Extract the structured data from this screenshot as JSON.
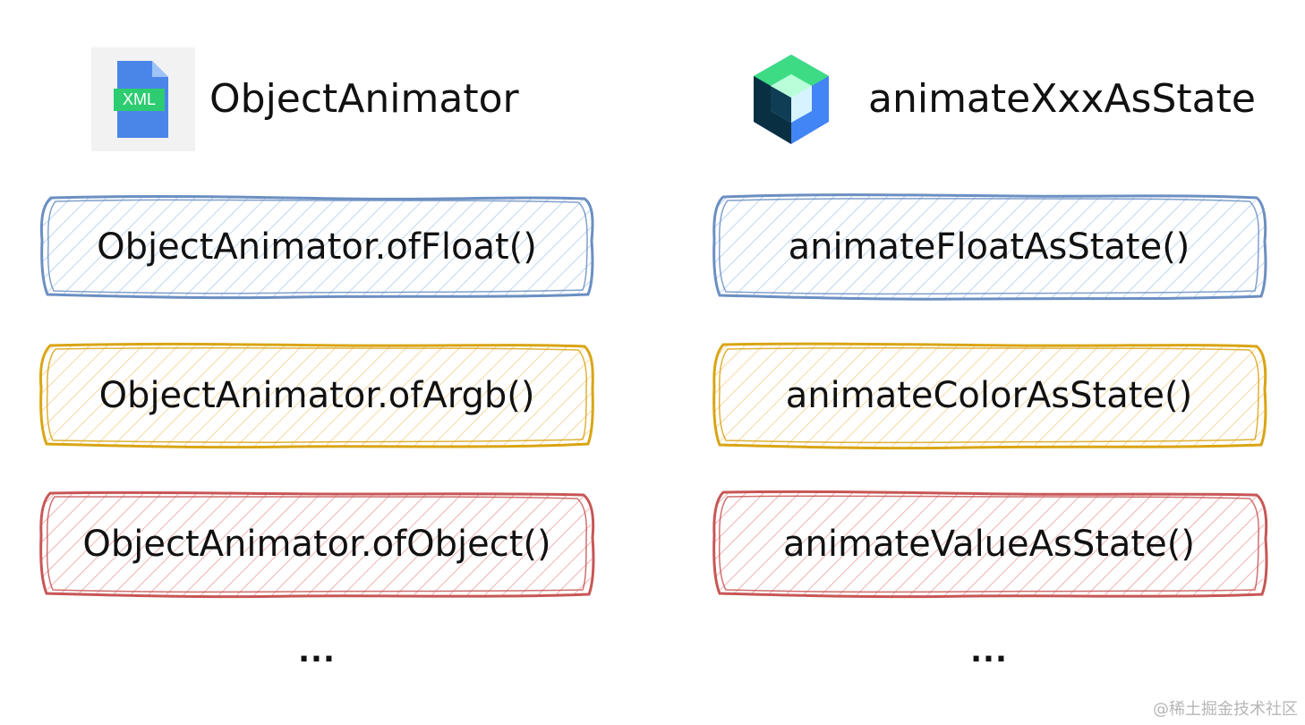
{
  "columns": {
    "left": {
      "title": "ObjectAnimator",
      "icon": "xml-file-icon",
      "icon_label": "XML",
      "items": [
        {
          "label": "ObjectAnimator.ofFloat()",
          "stroke": "#6b8fc2",
          "hatch": "#bfd6f2"
        },
        {
          "label": "ObjectAnimator.ofArgb()",
          "stroke": "#d9a514",
          "hatch": "#f6d8a1"
        },
        {
          "label": "ObjectAnimator.ofObject()",
          "stroke": "#c85656",
          "hatch": "#efb2b2"
        }
      ],
      "ellipsis": "..."
    },
    "right": {
      "title": "animateXxxAsState",
      "icon": "jetpack-compose-icon",
      "items": [
        {
          "label": "animateFloatAsState()",
          "stroke": "#6b8fc2",
          "hatch": "#bfd6f2"
        },
        {
          "label": "animateColorAsState()",
          "stroke": "#d9a514",
          "hatch": "#f6d8a1"
        },
        {
          "label": "animateValueAsState()",
          "stroke": "#c85656",
          "hatch": "#efb2b2"
        }
      ],
      "ellipsis": "..."
    }
  },
  "watermark": "@稀土掘金技术社区",
  "colors": {
    "xml_file_blue": "#4a86e8",
    "xml_label_green": "#2ecc71",
    "compose_green": "#3ddc84",
    "compose_dark": "#083042",
    "compose_blue": "#4285f4",
    "compose_light": "#d7f3ff"
  }
}
